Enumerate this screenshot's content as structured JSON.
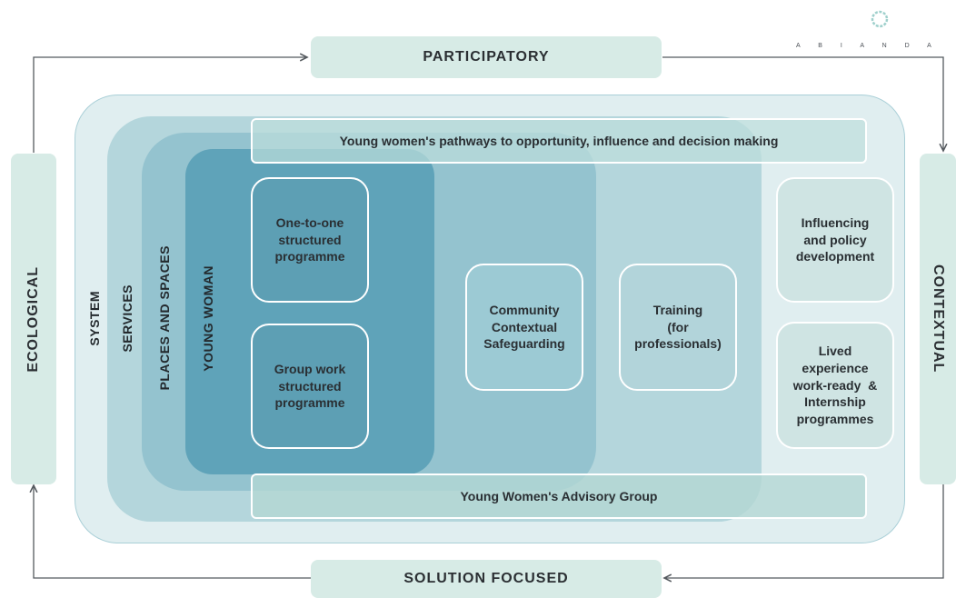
{
  "brand": {
    "name": "A B I A N D A"
  },
  "frame": {
    "top": "PARTICIPATORY",
    "bottom": "SOLUTION FOCUSED",
    "left": "ECOLOGICAL",
    "right": "CONTEXTUAL"
  },
  "layers": {
    "system": "SYSTEM",
    "services": "SERVICES",
    "places": "PLACES AND SPACES",
    "woman": "YOUNG WOMAN"
  },
  "bands": {
    "top": "Young women's pathways to opportunity, influence and decision making",
    "bottom": "Young Women's Advisory Group"
  },
  "boxes": {
    "one_to_one": [
      "One-to-one",
      "structured",
      "programme"
    ],
    "group_work": [
      "Group work",
      "structured",
      "programme"
    ],
    "ccs": [
      "Community",
      "Contextual",
      "Safeguarding"
    ],
    "training": [
      "Training",
      "(for",
      "professionals)"
    ],
    "influencing": [
      "Influencing",
      "and policy",
      "development"
    ],
    "lived": [
      "Lived",
      "experience",
      "work-ready  &",
      "Internship",
      "programmes"
    ]
  },
  "colors": {
    "frame_bar": "#d7ebe6",
    "system": "#e0eef0",
    "services": "#b4d6dc",
    "places": "#94c3cf",
    "woman": "#5fa3b9",
    "arrow": "#555a5f"
  }
}
